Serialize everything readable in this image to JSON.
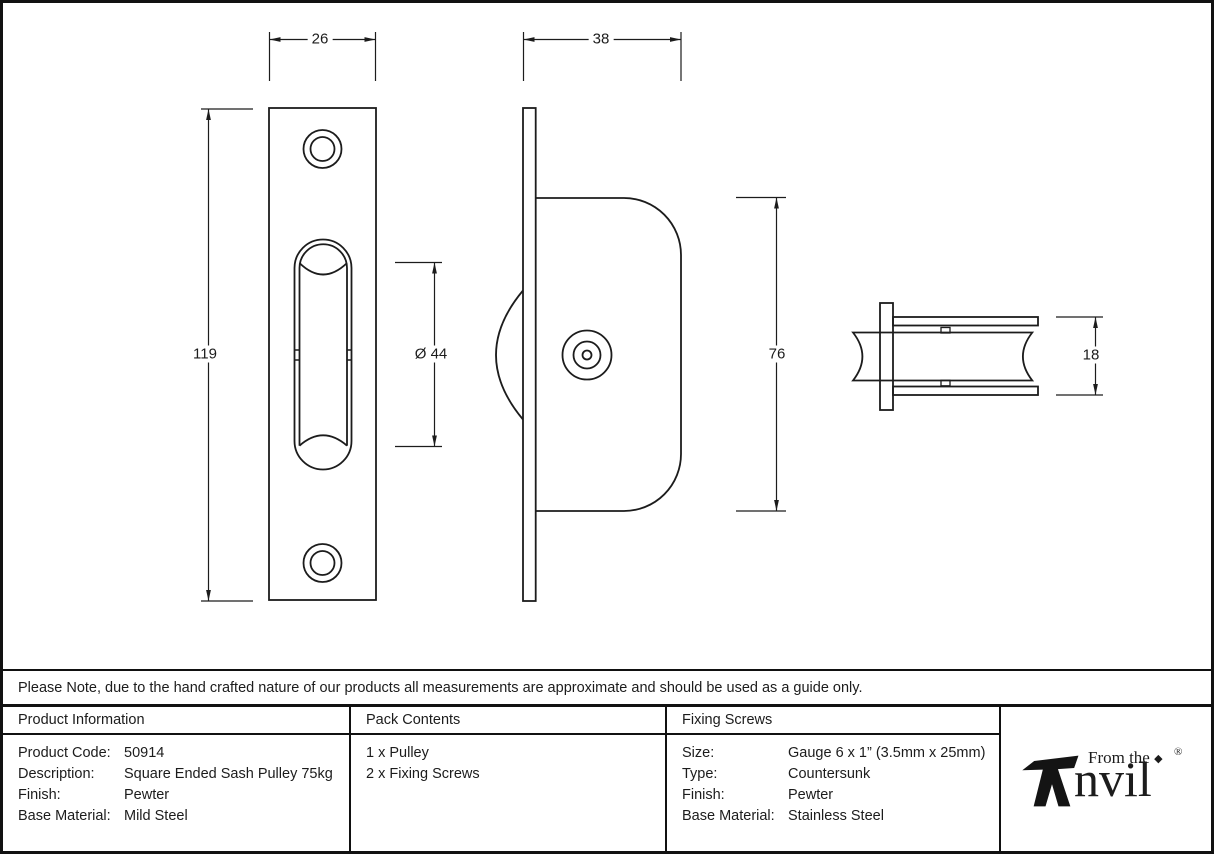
{
  "drawing": {
    "dimensions": {
      "plate_width": "26",
      "plate_height": "119",
      "wheel_diameter": "Ø 44",
      "side_width": "38",
      "housing_height": "76",
      "section_height": "18"
    }
  },
  "note": {
    "text": "Please Note, due to the hand crafted nature of our products all measurements are approximate and should be used as a guide only."
  },
  "table": {
    "product_information": {
      "header": "Product Information",
      "rows": [
        {
          "label": "Product Code:",
          "value": "50914"
        },
        {
          "label": "Description:",
          "value": "Square Ended Sash Pulley 75kg"
        },
        {
          "label": "Finish:",
          "value": "Pewter"
        },
        {
          "label": "Base Material:",
          "value": "Mild Steel"
        }
      ]
    },
    "pack_contents": {
      "header": "Pack Contents",
      "items": [
        "1 x Pulley",
        "2 x Fixing Screws"
      ]
    },
    "fixing_screws": {
      "header": "Fixing Screws",
      "rows": [
        {
          "label": "Size:",
          "value": "Gauge 6 x 1” (3.5mm x 25mm)"
        },
        {
          "label": "Type:",
          "value": "Countersunk"
        },
        {
          "label": "Finish:",
          "value": "Pewter"
        },
        {
          "label": "Base Material:",
          "value": "Stainless Steel"
        }
      ]
    }
  },
  "logo": {
    "tagline": "From the",
    "diamond": "◆",
    "wordmark_rest": "nvil",
    "registered": "®"
  }
}
